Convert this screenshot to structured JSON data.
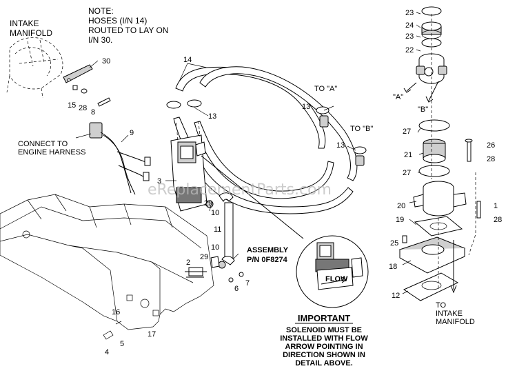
{
  "notes": {
    "intake_manifold_top": [
      "INTAKE",
      "MANIFOLD"
    ],
    "note": [
      "NOTE:",
      "HOSES (I/N 14)",
      "ROUTED TO LAY ON",
      "I/N 30."
    ],
    "to_a": "TO \"A\"",
    "to_b": "TO \"B\"",
    "connect": [
      "CONNECT TO",
      "ENGINE HARNESS"
    ],
    "assembly": [
      "ASSEMBLY",
      "P/N 0F8274"
    ],
    "important_title": "IMPORTANT",
    "important_body": [
      "SOLENOID MUST BE",
      "INSTALLED WITH FLOW",
      "ARROW POINTING IN",
      "DIRECTION SHOWN IN",
      "DETAIL ABOVE."
    ],
    "to_intake": [
      "TO",
      "INTAKE",
      "MANIFOLD"
    ],
    "port_a": "\"A\"",
    "port_b": "\"B\"",
    "watermark": "eReplacementParts.com"
  },
  "callouts": {
    "c30": "30",
    "c15": "15",
    "c28a": "28",
    "c8": "8",
    "c14": "14",
    "c13a": "13",
    "c13b": "13",
    "c13c": "13",
    "c9": "9",
    "c3": "3",
    "c29a": "29",
    "c10a": "10",
    "c11": "11",
    "c10b": "10",
    "c29b": "29",
    "c2": "2",
    "c6": "6",
    "c7": "7",
    "c16": "16",
    "c17": "17",
    "c5": "5",
    "c4": "4",
    "c23a": "23",
    "c24": "24",
    "c23b": "23",
    "c22": "22",
    "c27a": "27",
    "c21": "21",
    "c27b": "27",
    "c26": "26",
    "c28b": "28",
    "c20": "20",
    "c1": "1",
    "c28c": "28",
    "c19": "19",
    "c25": "25",
    "c18": "18",
    "c12": "12"
  }
}
